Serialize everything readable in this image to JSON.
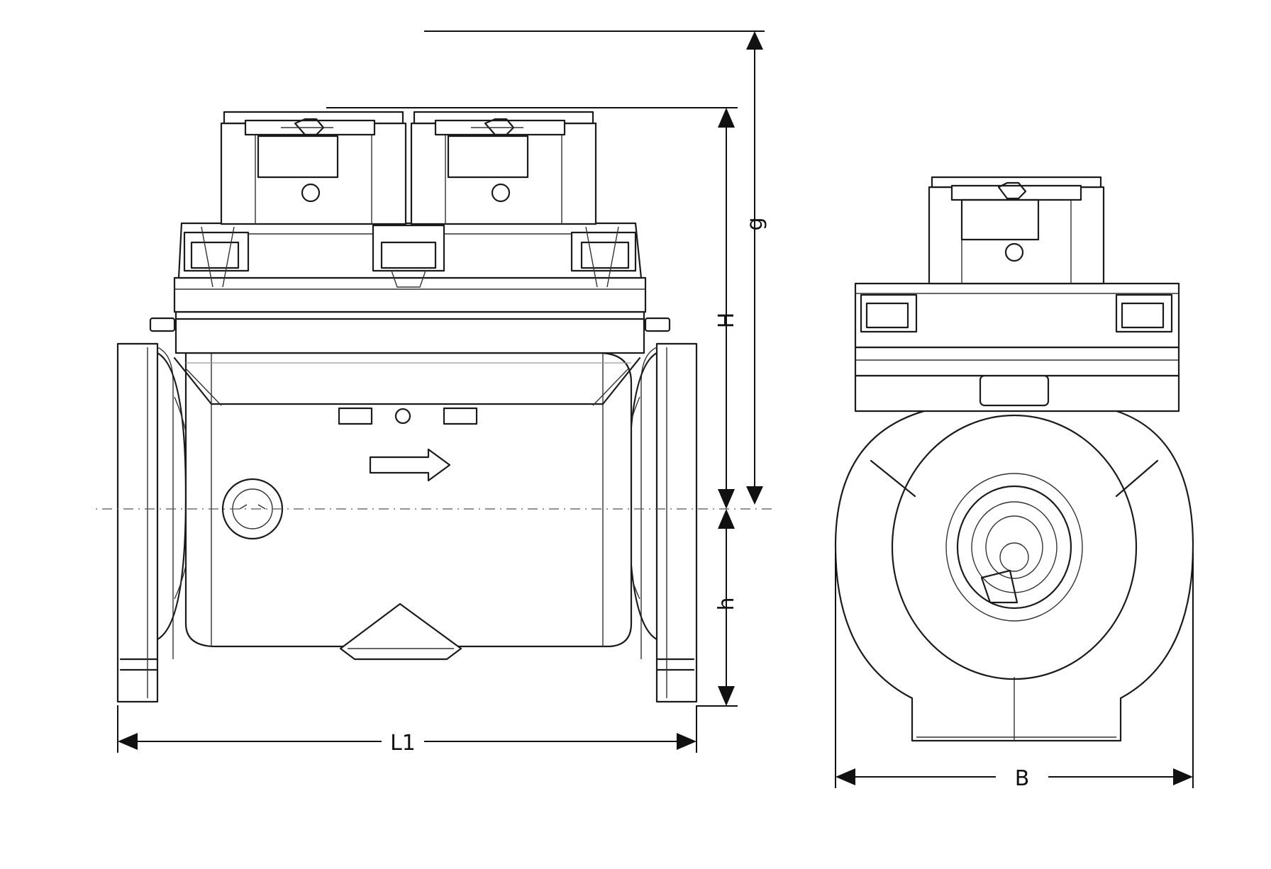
{
  "dimensions": {
    "L1": "L1",
    "B": "B",
    "H": "H",
    "h": "h",
    "g": "g"
  },
  "colors": {
    "line": "#1b1b1b",
    "background": "#ffffff"
  },
  "icons": {
    "flow_arrow": "flow-direction-arrow-icon"
  }
}
